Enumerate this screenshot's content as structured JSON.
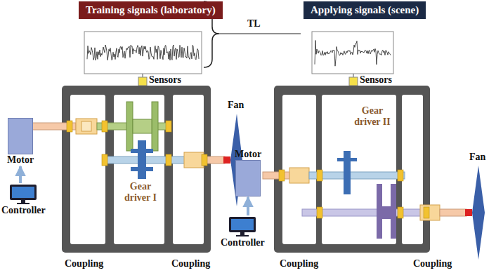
{
  "diagram": {
    "nodes": [
      {
        "text": [
          "Training signals (laboratory)"
        ]
      },
      {
        "text": [
          "Applying signals (scene)"
        ]
      },
      {
        "text": [
          "Sensors"
        ]
      },
      {
        "text": [
          "Motor"
        ]
      },
      {
        "text": [
          "Controller"
        ]
      },
      {
        "text": [
          "Sensors"
        ]
      },
      {
        "text": [
          "Motor"
        ]
      },
      {
        "text": [
          "Controller"
        ]
      }
    ],
    "edges": [
      {
        "from": 4,
        "to": 3,
        "arrow": "to"
      },
      {
        "from": 7,
        "to": 6,
        "arrow": "to"
      }
    ],
    "labels": [
      "TL",
      "Fan",
      "Gear driver I",
      "Coupling",
      "Coupling",
      "Fan",
      "Gear driver II",
      "Coupling",
      "Coupling"
    ]
  }
}
